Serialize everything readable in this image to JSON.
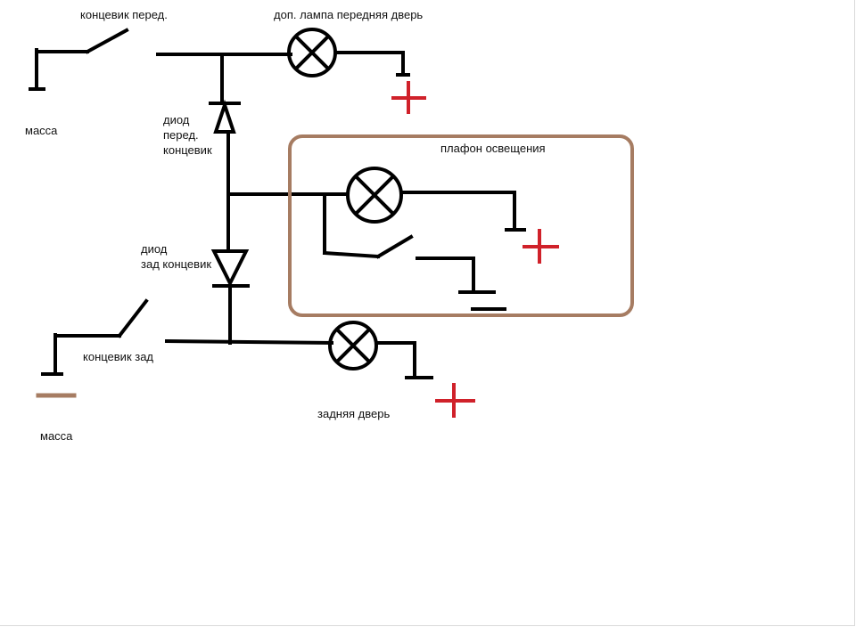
{
  "labels": {
    "front_switch": "концевик перед.",
    "front_lamp": "доп. лампа передняя дверь",
    "ground_top": "масса",
    "diode_front": [
      "диод",
      "перед.",
      "концевик"
    ],
    "dome_light": "плафон освещения",
    "diode_rear": [
      "диод",
      "зад концевик"
    ],
    "rear_switch": "концевик зад",
    "ground_bottom": "масса",
    "rear_door": "задняя дверь"
  },
  "colors": {
    "wire": "#000000",
    "plus": "#d0212a",
    "frame": "#a67c62",
    "ground_bottom": "#a67c62",
    "text": "#111111"
  },
  "icons": {
    "lamp": "lamp-symbol",
    "diode": "diode-symbol",
    "switch": "switch-symbol",
    "ground": "ground-symbol",
    "plus": "plus-sign"
  }
}
